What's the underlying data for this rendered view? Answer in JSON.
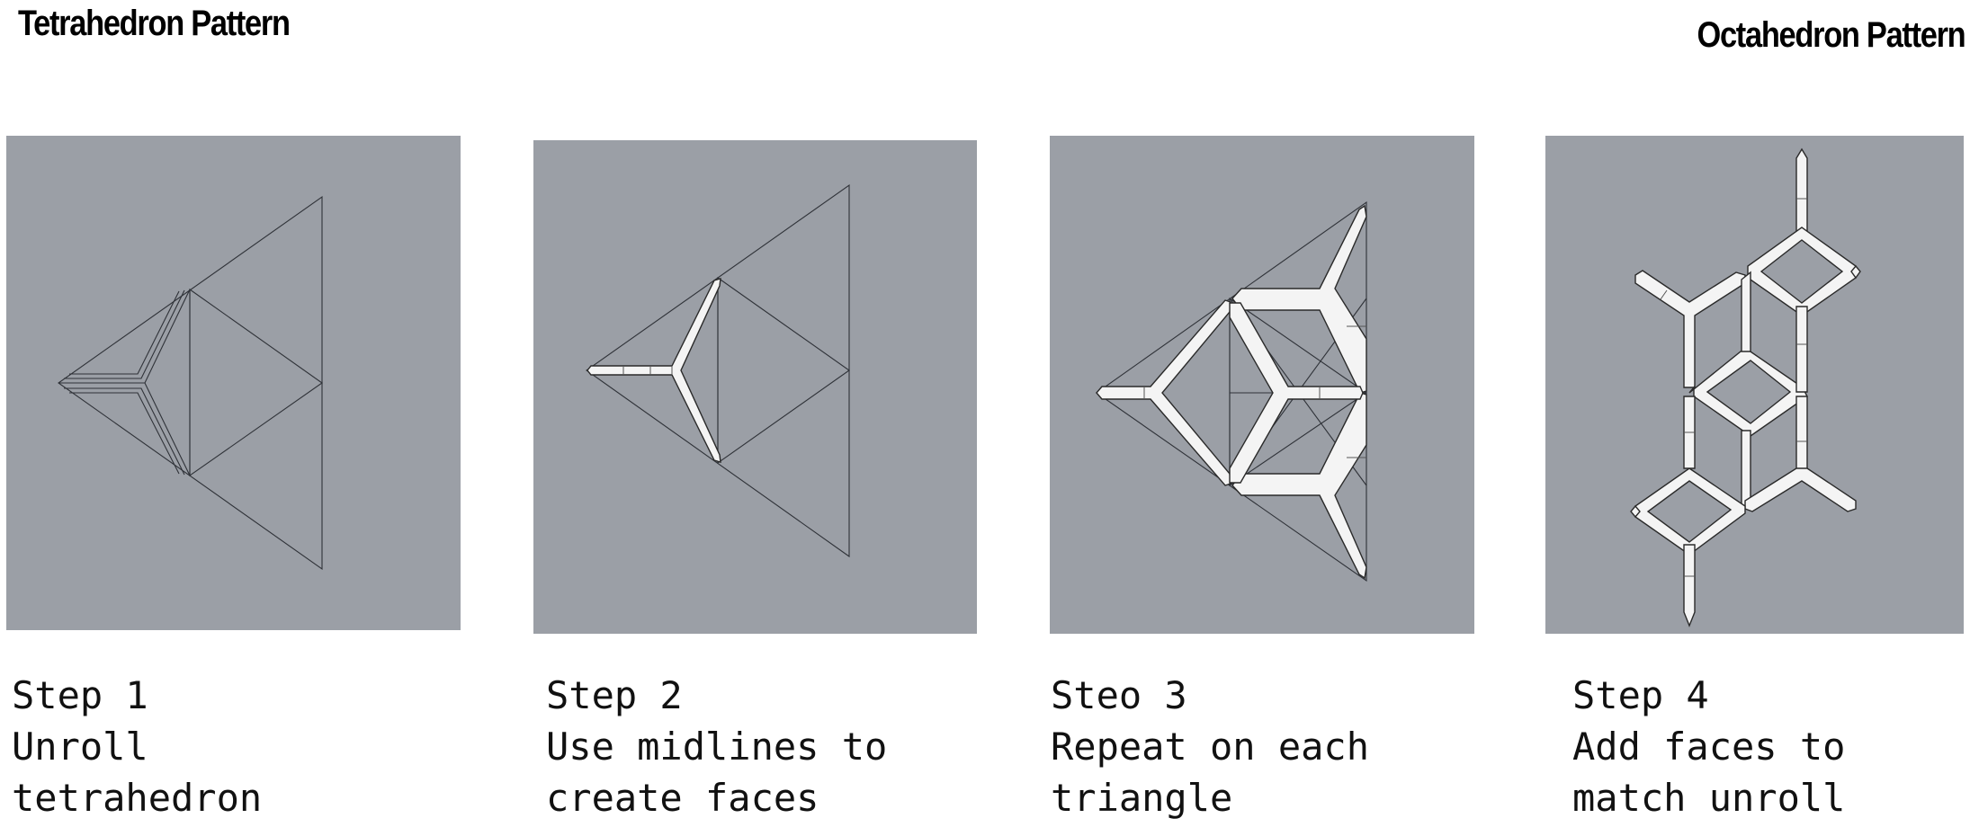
{
  "titles": {
    "left": "Tetrahedron Pattern",
    "right": "Octahedron Pattern"
  },
  "steps": [
    {
      "heading": "Step 1",
      "line1": "Unroll",
      "line2": "tetrahedron"
    },
    {
      "heading": "Step 2",
      "line1": "Use midlines to",
      "line2": "create faces"
    },
    {
      "heading": "Steo 3",
      "line1": "Repeat on each",
      "line2": "triangle"
    },
    {
      "heading": "Step 4",
      "line1": "Add faces to",
      "line2": "match unroll"
    }
  ],
  "colors": {
    "panel_background": "#9b9fa6",
    "face_fill": "#f4f4f4",
    "line": "#2f3238"
  }
}
